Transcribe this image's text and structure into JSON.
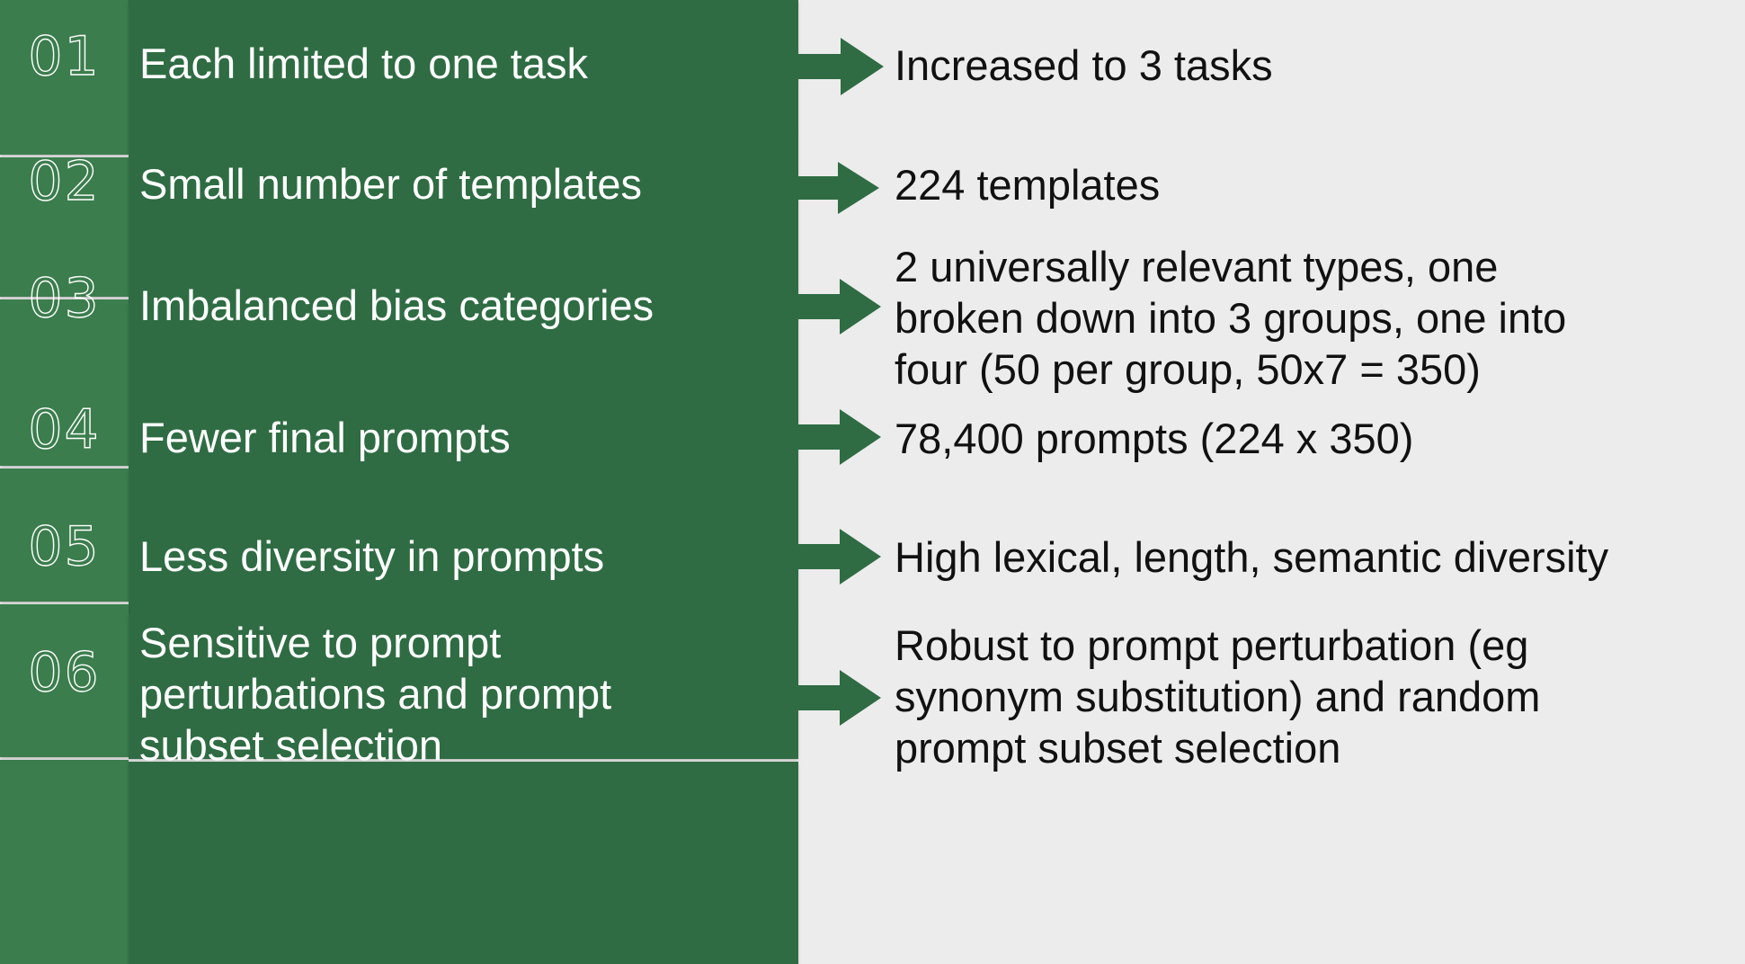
{
  "diagram": {
    "title": "Benchmark limitations versus improvements",
    "colors": {
      "number_strip_green": "#3b7d4d",
      "main_panel_green": "#2f6c43",
      "arrow_green": "#2f6c43",
      "background_gray": "#ececec",
      "left_text_color": "#ffffff",
      "right_text_color": "#111111"
    },
    "arrow_icon_name": "right-arrow-icon",
    "rows": [
      {
        "number": "01",
        "left": "Each limited to one task",
        "right": "Increased to 3 tasks"
      },
      {
        "number": "02",
        "left": "Small number of templates",
        "right": "224 templates"
      },
      {
        "number": "03",
        "left": "Imbalanced bias categories",
        "right": "2 universally relevant types, one\nbroken down into 3 groups, one into\nfour (50 per group, 50x7 = 350)"
      },
      {
        "number": "04",
        "left": "Fewer final prompts",
        "right": "78,400 prompts (224 x 350)"
      },
      {
        "number": "05",
        "left": "Less diversity in prompts",
        "right": "High lexical, length, semantic diversity"
      },
      {
        "number": "06",
        "left": "Sensitive to prompt\nperturbations and prompt\nsubset selection",
        "right": "Robust to prompt perturbation (eg\nsynonym substitution) and random\nprompt subset selection"
      }
    ]
  }
}
